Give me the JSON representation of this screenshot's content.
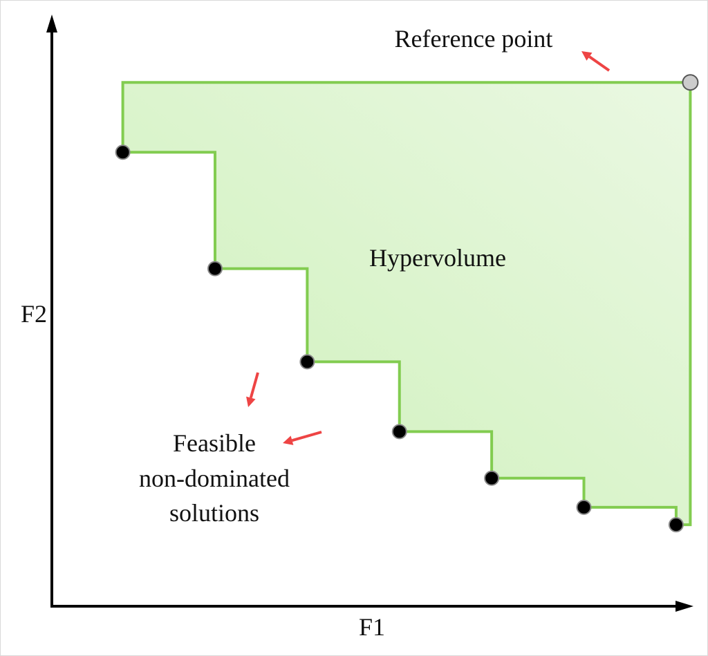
{
  "labels": {
    "x_axis": "F1",
    "y_axis": "F2",
    "reference": "Reference point",
    "region": "Hypervolume",
    "solutions_line1": "Feasible",
    "solutions_line2": "non-dominated",
    "solutions_line3": "solutions"
  },
  "diagram": {
    "reference_point": {
      "f1": 9.0,
      "f2": 9.0
    },
    "solutions": [
      {
        "f1": 1.0,
        "f2": 7.8
      },
      {
        "f1": 2.3,
        "f2": 5.8
      },
      {
        "f1": 3.6,
        "f2": 4.2
      },
      {
        "f1": 4.9,
        "f2": 3.0
      },
      {
        "f1": 6.2,
        "f2": 2.2
      },
      {
        "f1": 7.5,
        "f2": 1.7
      },
      {
        "f1": 8.8,
        "f2": 1.4
      }
    ]
  },
  "colors": {
    "region_fill_light": "#eaf8e2",
    "region_fill_dark": "#cdf0b9",
    "region_stroke": "#82cc50",
    "arrow": "#ee4444",
    "solution_point": "#000000",
    "reference_point": "#cccccc",
    "point_outline": "#888888",
    "axis": "#000000"
  }
}
